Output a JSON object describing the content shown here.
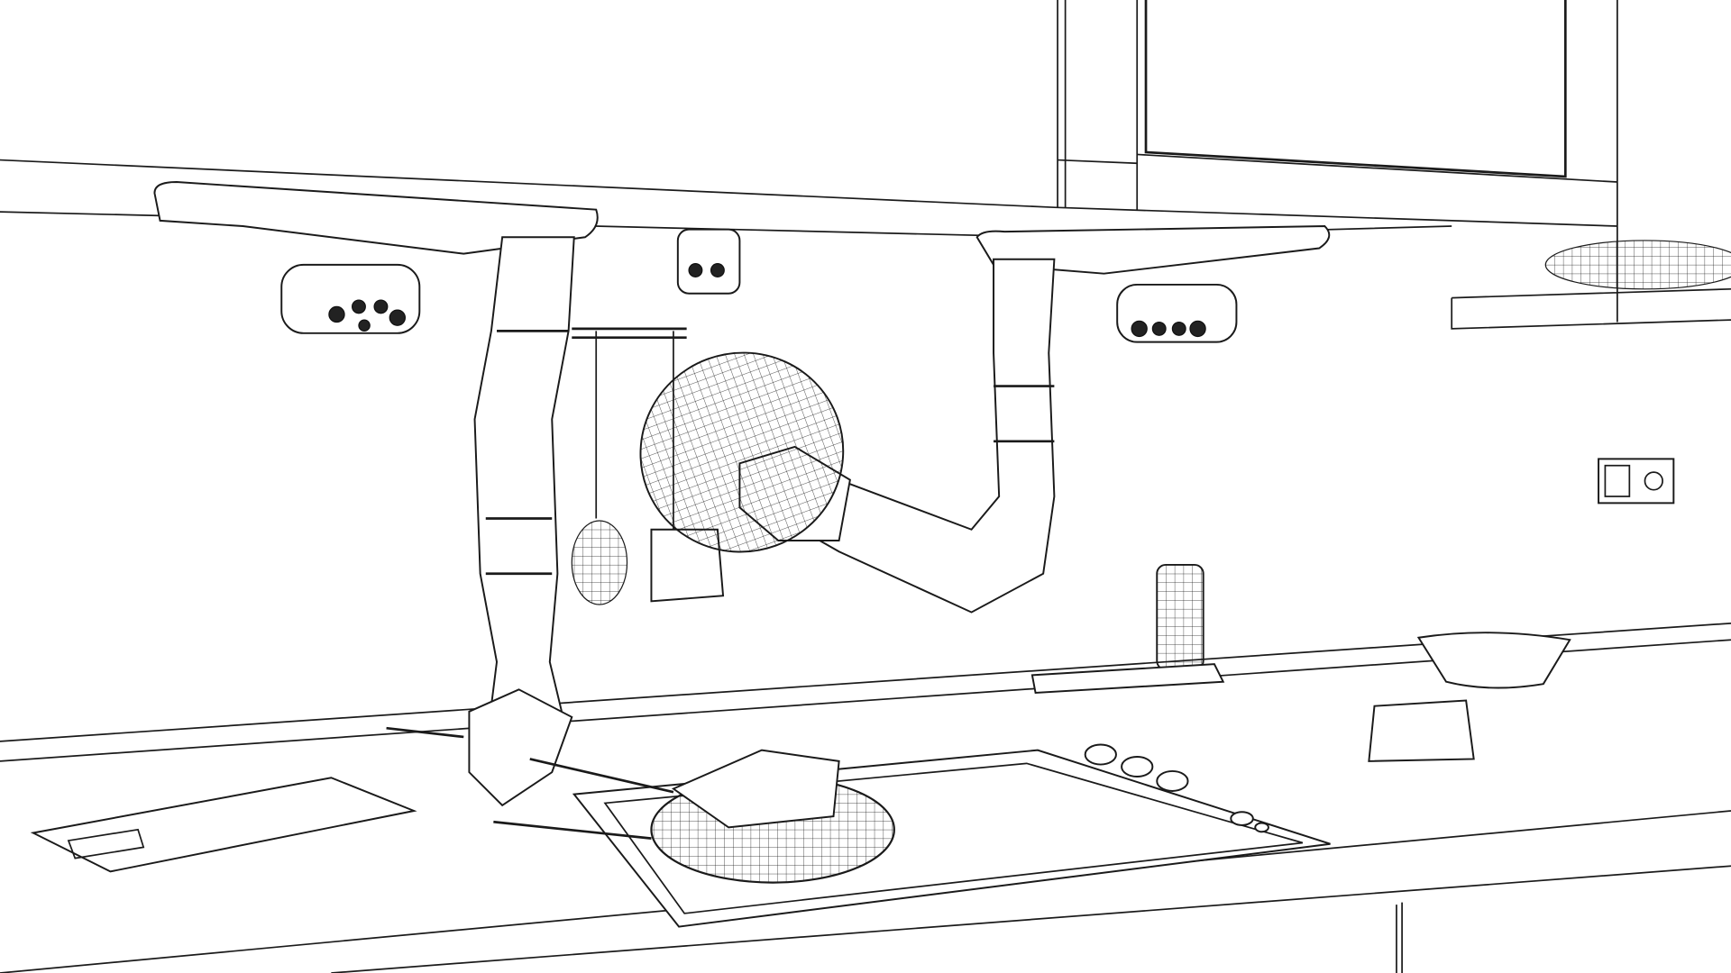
{
  "scene": {
    "style": "wireframe line drawing",
    "colors": {
      "background": "#ffffff",
      "line": "#1a1a1a"
    },
    "objects": [
      "ceiling-rail-robot",
      "robot-arm-left",
      "robot-arm-right",
      "utensil-rack",
      "frying-pan",
      "cooktop",
      "cutting-board",
      "bottle",
      "spice-holder",
      "bowl",
      "wall-switch",
      "upper-cabinet",
      "range-hood"
    ]
  }
}
